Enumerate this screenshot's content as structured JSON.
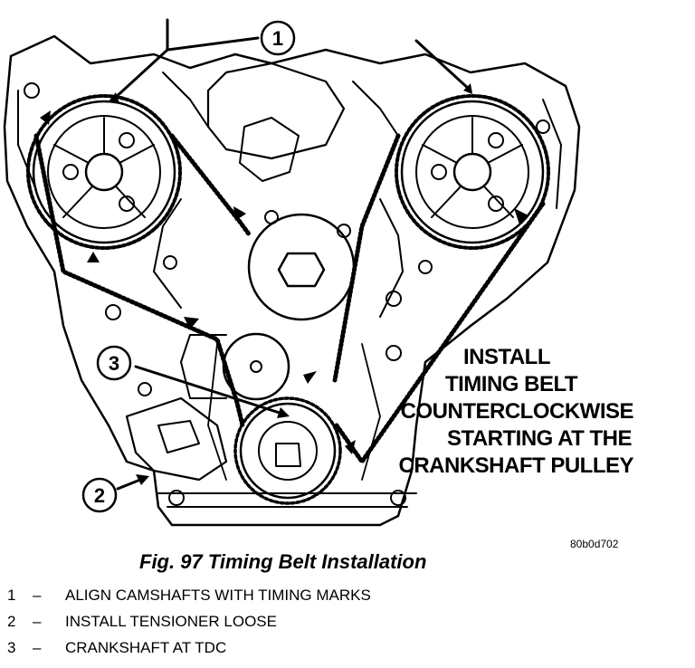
{
  "figure": {
    "caption": "Fig. 97 Timing Belt Installation",
    "figure_id": "80b0d702"
  },
  "callouts": [
    {
      "number": "1"
    },
    {
      "number": "2"
    },
    {
      "number": "3"
    }
  ],
  "instruction": {
    "lines": [
      "INSTALL",
      "TIMING BELT",
      "COUNTERCLOCKWISE",
      "STARTING AT THE",
      "CRANKSHAFT PULLEY"
    ]
  },
  "legend": [
    {
      "number": "1",
      "dash": "–",
      "text": "ALIGN CAMSHAFTS WITH TIMING MARKS"
    },
    {
      "number": "2",
      "dash": "–",
      "text": "INSTALL TENSIONER LOOSE"
    },
    {
      "number": "3",
      "dash": "–",
      "text": "CRANKSHAFT AT TDC"
    }
  ]
}
